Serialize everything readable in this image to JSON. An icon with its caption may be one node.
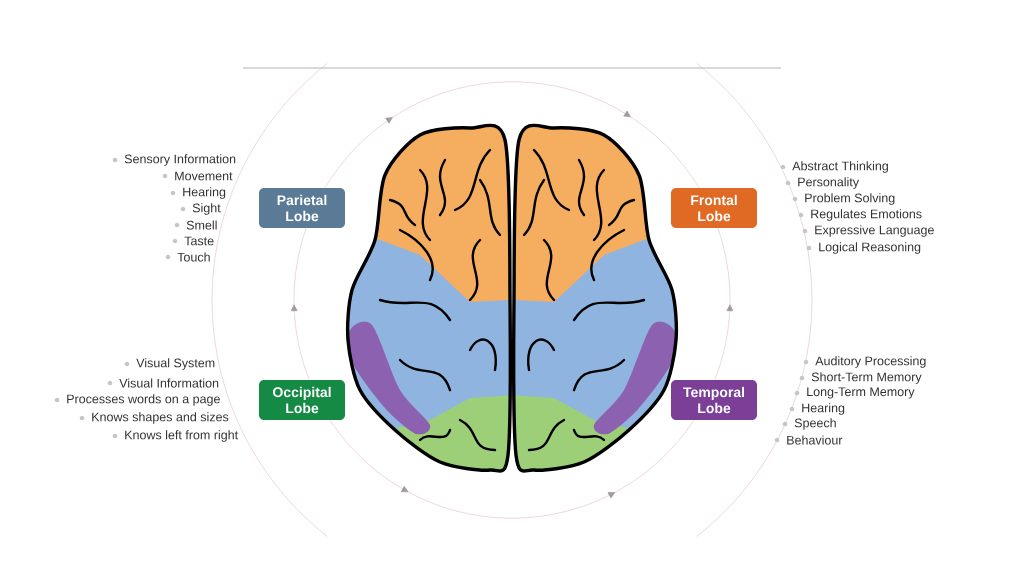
{
  "diagram": {
    "nodes": [
      {
        "text": [
          "Parietal Lobe"
        ]
      },
      {
        "text": [
          "Frontal Lobe"
        ]
      },
      {
        "text": [
          "Occipital Lobe"
        ]
      },
      {
        "text": [
          "Temporal Lobe"
        ]
      }
    ],
    "edges": [
      {
        "from": 0,
        "to": 1,
        "arrow": "to"
      },
      {
        "from": 2,
        "to": 0,
        "arrow": "to"
      },
      {
        "from": 3,
        "to": 1,
        "arrow": "to"
      },
      {
        "from": 2,
        "to": 3,
        "arrow": "to"
      }
    ],
    "labels": [
      "Sensory Information",
      "Movement",
      "Hearing",
      "Sight",
      "Smell",
      "Taste",
      "Touch",
      "Abstract Thinking",
      "Personality",
      "Problem Solving",
      "Regulates Emotions",
      "Expressive Language",
      "Logical Reasoning",
      "Visual System",
      "Visual Information",
      "Processes words on a page",
      "Knows shapes and sizes",
      "Knows left from right",
      "Auditory Processing",
      "Short-Term Memory",
      "Long-Term Memory",
      "Hearing",
      "Speech",
      "Behaviour"
    ]
  }
}
